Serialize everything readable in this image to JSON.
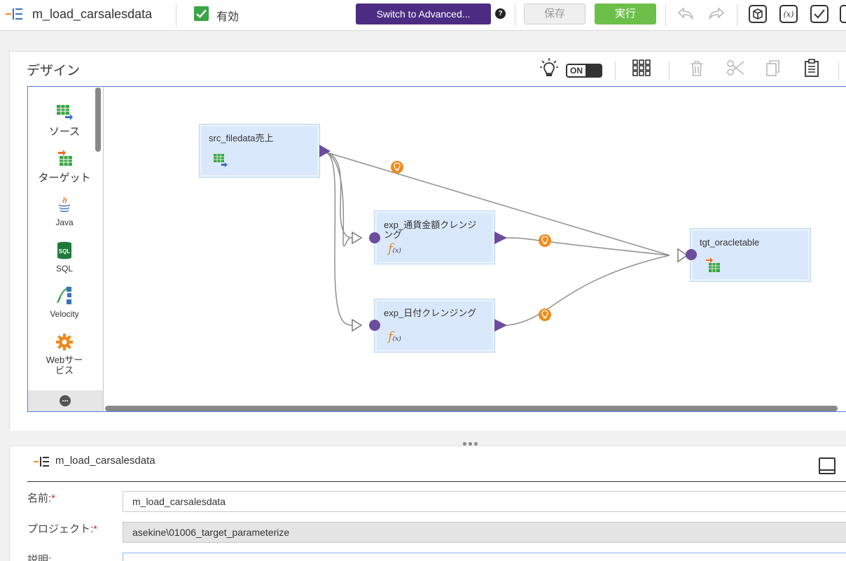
{
  "topbar": {
    "mapping_name": "m_load_carsalesdata",
    "valid_label": "有効",
    "advanced_button": "Switch to Advanced...",
    "help_icon": "?",
    "save_button": "保存",
    "run_button": "実行"
  },
  "design": {
    "title": "デザイン",
    "toggle_label": "ON"
  },
  "palette": {
    "items": [
      {
        "label": "ソース",
        "icon": "source-icon"
      },
      {
        "label": "ターゲット",
        "icon": "target-icon"
      },
      {
        "label": "Java",
        "icon": "java-icon"
      },
      {
        "label": "SQL",
        "icon": "sql-icon"
      },
      {
        "label": "Velocity",
        "icon": "velocity-icon"
      },
      {
        "label": "Webサービス",
        "icon": "web-service-icon"
      }
    ]
  },
  "canvas": {
    "nodes": [
      {
        "label": "src_filedata売上",
        "kind": "source"
      },
      {
        "label": "exp_通貨金額クレンジング",
        "kind": "expression"
      },
      {
        "label": "exp_日付クレンジング",
        "kind": "expression"
      },
      {
        "label": "tgt_oracletable",
        "kind": "target"
      }
    ],
    "expression_glyph": "f(x)"
  },
  "properties": {
    "title": "m_load_carsalesdata",
    "name_label": "名前:",
    "name_value": "m_load_carsalesdata",
    "project_label": "プロジェクト:",
    "project_value": "asekine\\01006_target_parameterize",
    "description_label": "説明:",
    "required_mark": "*"
  },
  "colors": {
    "accent_purple": "#4c2c83",
    "run_green": "#6cc04a",
    "valid_green": "#3aa544",
    "port_purple": "#6b4d9e",
    "link_orange": "#f08a1c",
    "node_fill": "#d9e8fb"
  }
}
